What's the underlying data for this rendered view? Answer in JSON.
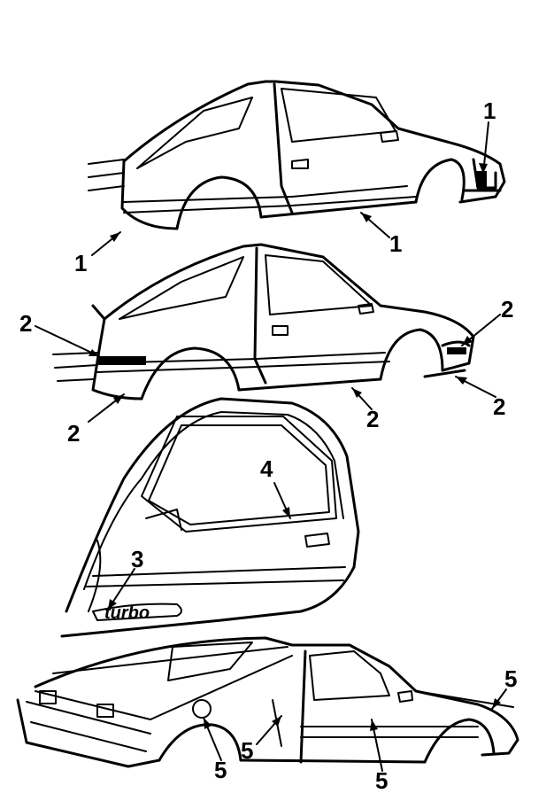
{
  "callouts": {
    "c1a": "1",
    "c1b": "1",
    "c1c": "1",
    "c2a": "2",
    "c2b": "2",
    "c2c": "2",
    "c2d": "2",
    "c2e": "2",
    "c3": "3",
    "c4": "4",
    "c5a": "5",
    "c5b": "5",
    "c5c": "5",
    "c5d": "5"
  },
  "badge_text": "turbo"
}
